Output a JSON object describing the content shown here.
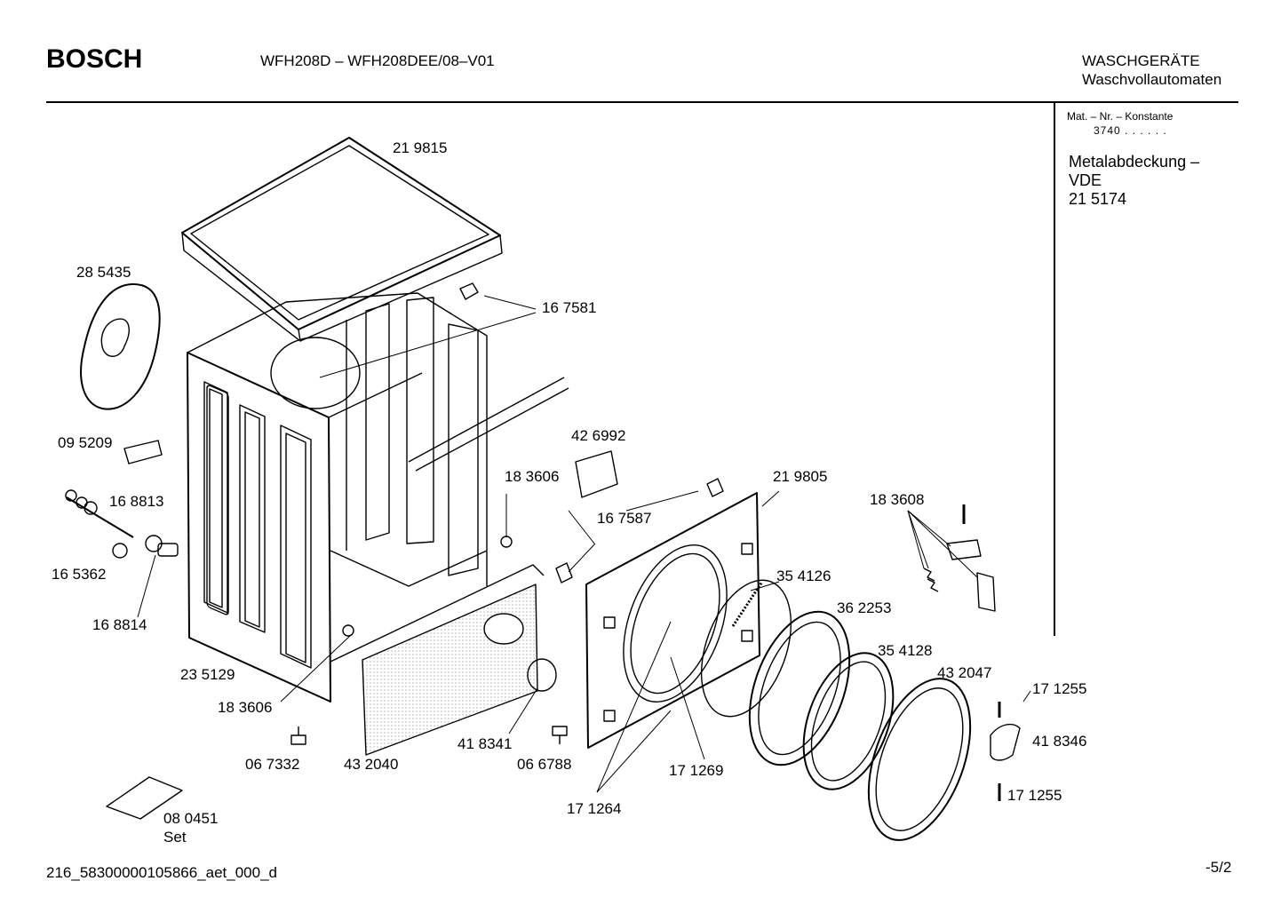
{
  "header": {
    "brand": "BOSCH",
    "model": "WFH208D – WFH208DEE/08–V01",
    "category_line1": "WASCHGERÄTE",
    "category_line2": "Waschvollautomaten"
  },
  "sidebar": {
    "mat_label": "Mat. – Nr. – Konstante",
    "mat_value": "3740 . .  . . . .",
    "note_line1": "Metalabdeckung –",
    "note_line2": "VDE",
    "note_line3": "21 5174"
  },
  "parts": [
    {
      "id": "p219815",
      "label": "21 9815"
    },
    {
      "id": "p285435",
      "label": "28 5435"
    },
    {
      "id": "p167581",
      "label": "16 7581"
    },
    {
      "id": "p095209",
      "label": "09 5209"
    },
    {
      "id": "p426992",
      "label": "42 6992"
    },
    {
      "id": "p168813",
      "label": "16 8813"
    },
    {
      "id": "p183606a",
      "label": "18 3606"
    },
    {
      "id": "p219805",
      "label": "21 9805"
    },
    {
      "id": "p183608",
      "label": "18 3608"
    },
    {
      "id": "p167587",
      "label": "16 7587"
    },
    {
      "id": "p165362",
      "label": "16 5362"
    },
    {
      "id": "p354126",
      "label": "35 4126"
    },
    {
      "id": "p362253",
      "label": "36 2253"
    },
    {
      "id": "p168814",
      "label": "16 8814"
    },
    {
      "id": "p354128",
      "label": "35 4128"
    },
    {
      "id": "p432047",
      "label": "43 2047"
    },
    {
      "id": "p235129",
      "label": "23 5129"
    },
    {
      "id": "p171255a",
      "label": "17 1255"
    },
    {
      "id": "p183606b",
      "label": "18 3606"
    },
    {
      "id": "p418346",
      "label": "41 8346"
    },
    {
      "id": "p418341",
      "label": "41 8341"
    },
    {
      "id": "p067332",
      "label": "06 7332"
    },
    {
      "id": "p432040",
      "label": "43 2040"
    },
    {
      "id": "p066788",
      "label": "06 6788"
    },
    {
      "id": "p171269",
      "label": "17 1269"
    },
    {
      "id": "p171255b",
      "label": "17 1255"
    },
    {
      "id": "p080451",
      "label": "08 0451"
    },
    {
      "id": "p080451set",
      "label": "Set"
    },
    {
      "id": "p171264",
      "label": "17 1264"
    }
  ],
  "footer": {
    "doc_id": "216_58300000105866_aet_000_d",
    "page": "-5/2"
  }
}
